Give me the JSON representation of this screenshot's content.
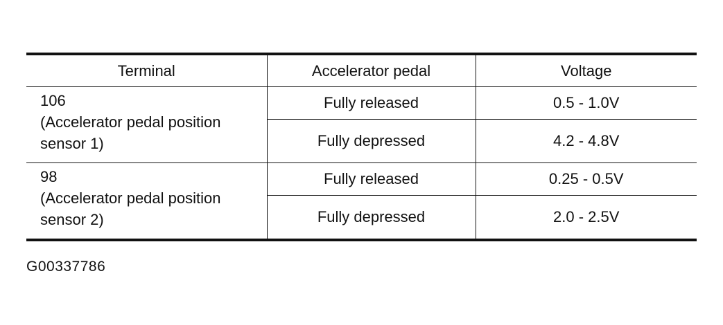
{
  "table": {
    "headers": {
      "terminal": "Terminal",
      "pedal": "Accelerator pedal",
      "voltage": "Voltage"
    },
    "groups": [
      {
        "terminal": "106",
        "description": " (Accelerator pedal position\nsensor 1)",
        "rows": [
          {
            "pedal": "Fully released",
            "voltage": "0.5 - 1.0V"
          },
          {
            "pedal": "Fully depressed",
            "voltage": "4.2 - 4.8V"
          }
        ]
      },
      {
        "terminal": "98",
        "description": "(Accelerator pedal position\nsensor 2)",
        "rows": [
          {
            "pedal": "Fully released",
            "voltage": "0.25 - 0.5V"
          },
          {
            "pedal": "Fully depressed",
            "voltage": "2.0 - 2.5V"
          }
        ]
      }
    ]
  },
  "figure_id": "G00337786"
}
